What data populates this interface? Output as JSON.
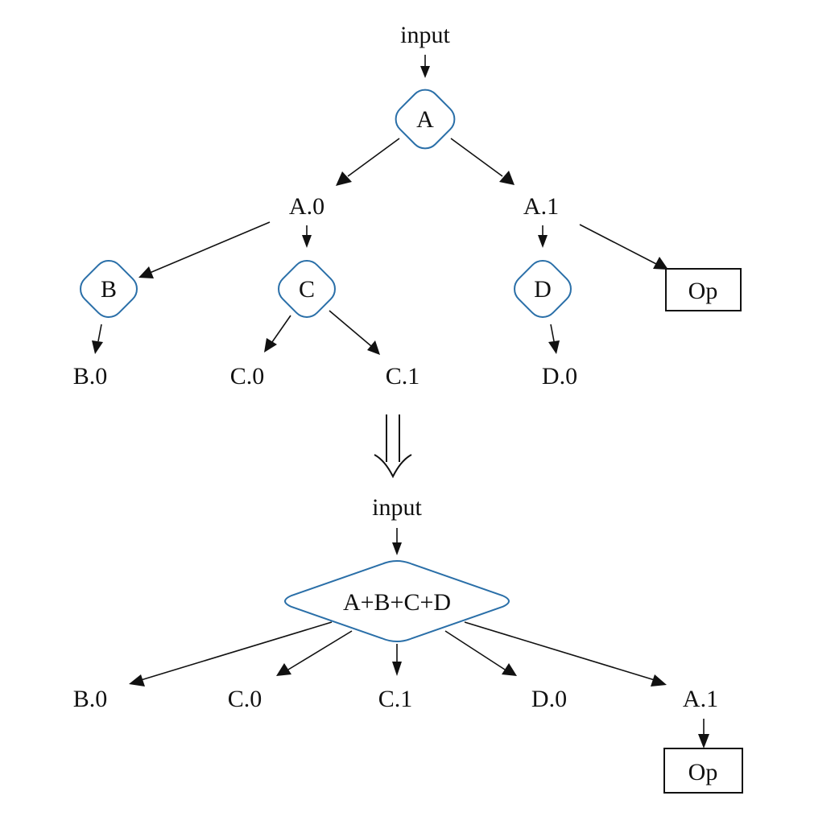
{
  "colors": {
    "operator_outline": "#2a6fa8",
    "text": "#111111",
    "background": "#ffffff"
  },
  "before": {
    "input": "input",
    "op_a": "A",
    "out_a0": "A.0",
    "out_a1": "A.1",
    "op_b": "B",
    "op_c": "C",
    "op_d": "D",
    "op_box": "Op",
    "out_b0": "B.0",
    "out_c0": "C.0",
    "out_c1": "C.1",
    "out_d0": "D.0"
  },
  "after": {
    "input": "input",
    "fused_op": "A+B+C+D",
    "out_b0": "B.0",
    "out_c0": "C.0",
    "out_c1": "C.1",
    "out_d0": "D.0",
    "out_a1": "A.1",
    "op_box": "Op"
  },
  "edges": {
    "before": [
      [
        "input",
        "A"
      ],
      [
        "A",
        "A.0"
      ],
      [
        "A",
        "A.1"
      ],
      [
        "A.0",
        "B"
      ],
      [
        "A.0",
        "C"
      ],
      [
        "A.1",
        "D"
      ],
      [
        "A.1",
        "Op"
      ],
      [
        "B",
        "B.0"
      ],
      [
        "C",
        "C.0"
      ],
      [
        "C",
        "C.1"
      ],
      [
        "D",
        "D.0"
      ]
    ],
    "after": [
      [
        "input",
        "A+B+C+D"
      ],
      [
        "A+B+C+D",
        "B.0"
      ],
      [
        "A+B+C+D",
        "C.0"
      ],
      [
        "A+B+C+D",
        "C.1"
      ],
      [
        "A+B+C+D",
        "D.0"
      ],
      [
        "A+B+C+D",
        "A.1"
      ],
      [
        "A.1",
        "Op"
      ]
    ]
  }
}
